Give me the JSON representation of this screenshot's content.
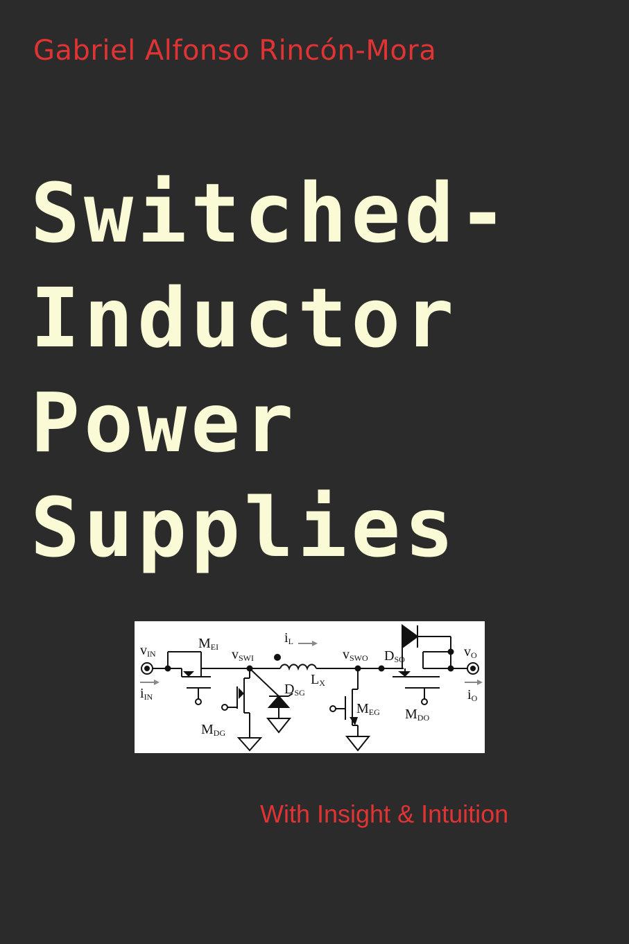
{
  "colors": {
    "background": "#2b2b2b",
    "accent_red": "#e03434",
    "title_cream": "#fbfad6"
  },
  "author": "Gabriel Alfonso Rincón-Mora",
  "title_lines": [
    "Switched-",
    "Inductor",
    "Power",
    "Supplies"
  ],
  "subtitle": "With Insight & Intuition",
  "circuit": {
    "vin": {
      "main": "v",
      "sub": "IN"
    },
    "iin": {
      "main": "i",
      "sub": "IN"
    },
    "mei": {
      "main": "M",
      "sub": "EI"
    },
    "vswi": {
      "main": "v",
      "sub": "SWI"
    },
    "il": {
      "main": "i",
      "sub": "L"
    },
    "lx": {
      "main": "L",
      "sub": "X"
    },
    "vswo": {
      "main": "v",
      "sub": "SWO"
    },
    "dso": {
      "main": "D",
      "sub": "SO"
    },
    "vo": {
      "main": "v",
      "sub": "O"
    },
    "io": {
      "main": "i",
      "sub": "O"
    },
    "dsg": {
      "main": "D",
      "sub": "SG"
    },
    "mdg": {
      "main": "M",
      "sub": "DG"
    },
    "meg": {
      "main": "M",
      "sub": "EG"
    },
    "mdo": {
      "main": "M",
      "sub": "DO"
    }
  }
}
